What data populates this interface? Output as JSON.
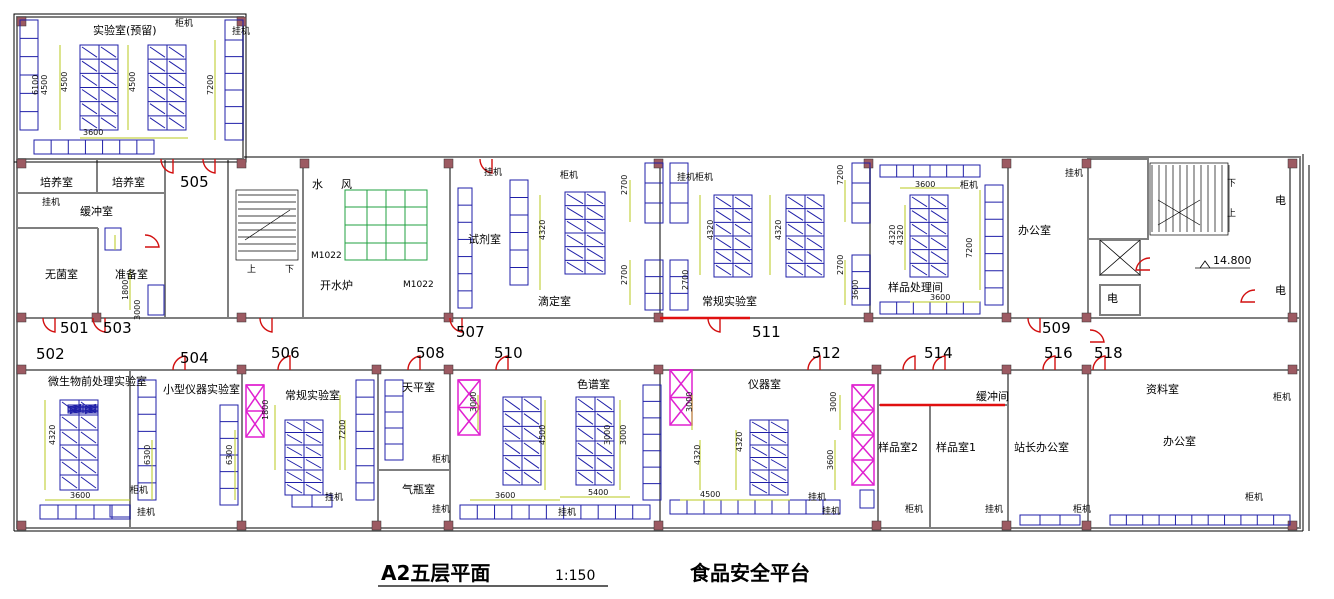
{
  "drawing": {
    "title": "A2五层平面",
    "scale": "1:150",
    "subtitle": "食品安全平台",
    "elevation": "14.800"
  },
  "room_numbers": [
    "505",
    "501",
    "503",
    "502",
    "504",
    "506",
    "508",
    "510",
    "507",
    "511",
    "509",
    "512",
    "514",
    "516",
    "518"
  ],
  "rooms": {
    "lab_reserved": "实验室(预留)",
    "culture_1": "培养室",
    "culture_2": "培养室",
    "buffer": "缓冲室",
    "sterile": "无菌室",
    "prep": "准备室",
    "microbe": "微生物前处理实验室",
    "small_instr": "小型仪器实验室",
    "routine_lab_1": "常规实验室",
    "balance": "天平室",
    "gas": "气瓶室",
    "reagent": "试剂室",
    "titration": "滴定室",
    "routine_lab_2": "常规实验室",
    "sample_prep": "样品处理间",
    "chromatography": "色谱室",
    "instrument": "仪器室",
    "buffer_2": "缓冲间",
    "sample_2": "样品室2",
    "sample_1": "样品室1",
    "director_office": "站长办公室",
    "office_1": "办公室",
    "office_2": "办公室",
    "archive": "资料室",
    "boiler": "开水炉",
    "water": "水",
    "wind": "风",
    "stair_up": "上",
    "stair_down": "下",
    "elec_1": "电",
    "elec_2": "电",
    "elec_3": "电"
  },
  "door_codes": {
    "m1": "M1022",
    "m2": "M1022"
  },
  "cabinet_labels": [
    "柜机",
    "挂机",
    "柜机",
    "挂机",
    "柜机",
    "挂机",
    "柜机",
    "挂机",
    "柜机",
    "挂机",
    "柜机",
    "挂机",
    "柜机",
    "挂机",
    "挂机",
    "挂机",
    "挂机",
    "柜机",
    "挂机",
    "柜机",
    "柜机",
    "挂机"
  ],
  "dimensions": [
    "4500",
    "6100",
    "4500",
    "4500",
    "7200",
    "3600",
    "4320",
    "2700",
    "4320",
    "4320",
    "2700",
    "7200",
    "2700",
    "2700",
    "3600",
    "4320",
    "3600",
    "7200",
    "3600",
    "4320",
    "6300",
    "6300",
    "4320",
    "7200",
    "3000",
    "4500",
    "3000",
    "3000",
    "4320",
    "3000",
    "3000",
    "3600",
    "3600",
    "5400",
    "4500",
    "3000",
    "1800",
    "1800",
    "4320",
    "3600"
  ],
  "colors": {
    "wall": "#8a8a8a",
    "column": "#9c5a62",
    "furniture": "#1f1fa8",
    "dim": "#b8c81e",
    "door": "#d21010",
    "magenta": "#e020d0",
    "green": "#20a040"
  }
}
